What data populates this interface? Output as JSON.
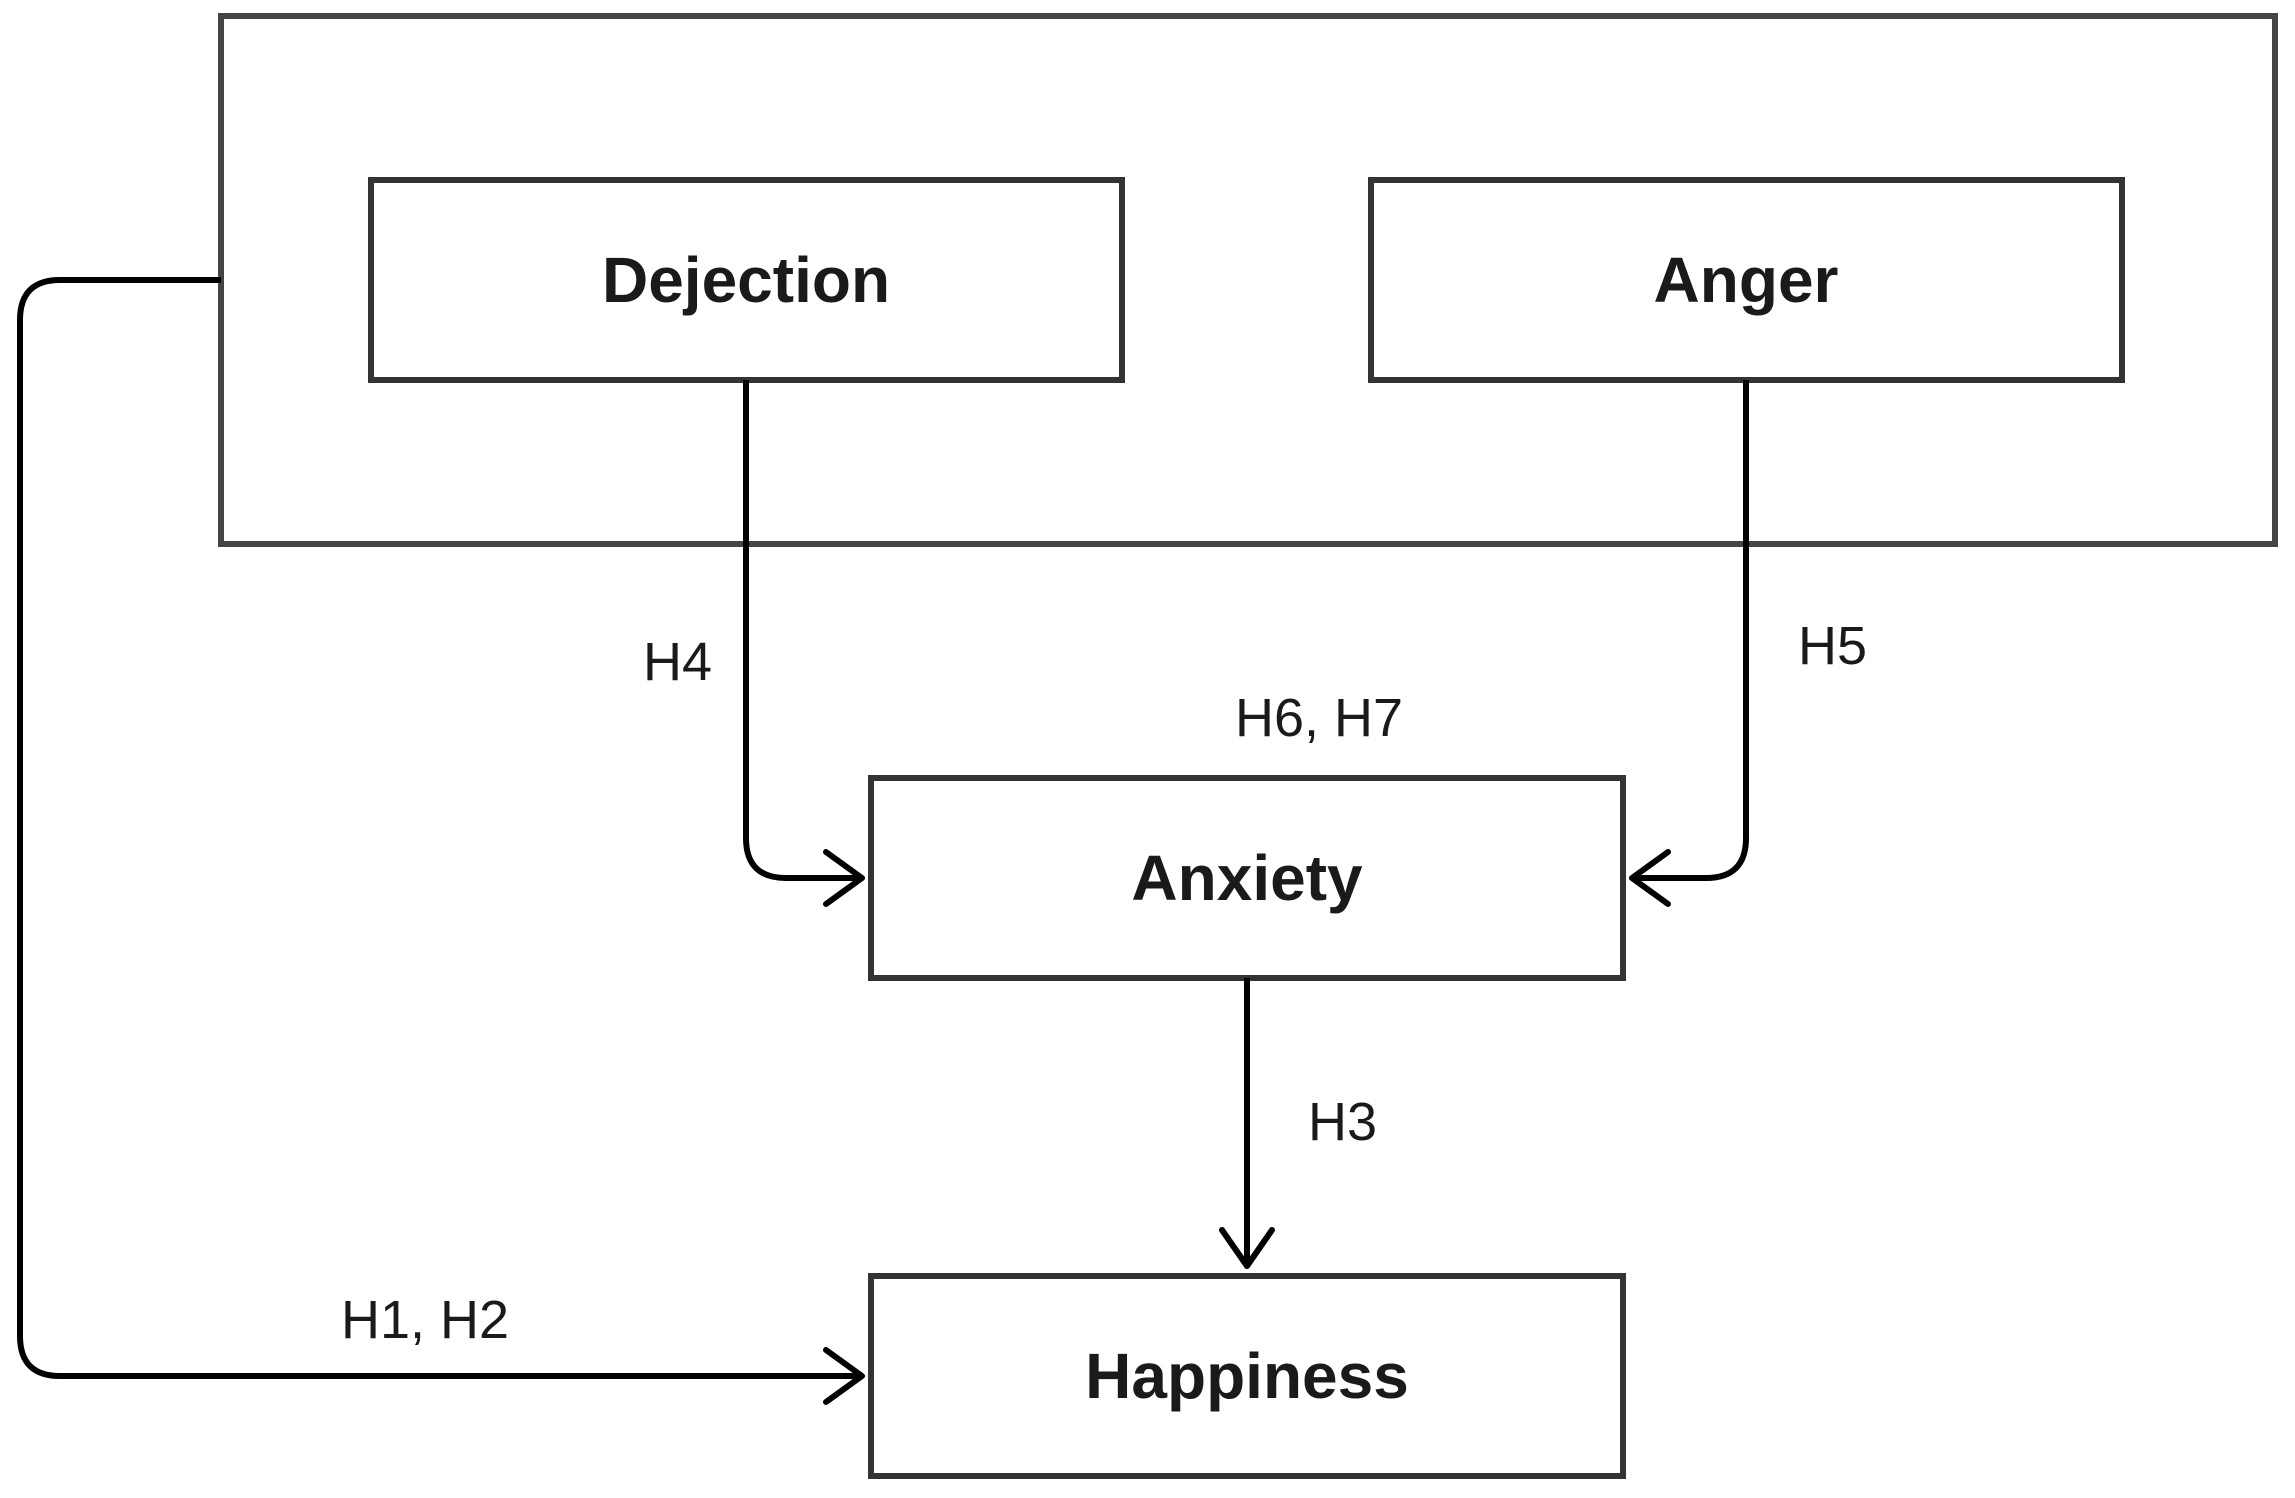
{
  "nodes": {
    "dejection": "Dejection",
    "anger": "Anger",
    "anxiety": "Anxiety",
    "happiness": "Happiness"
  },
  "edges": {
    "outer_to_happiness": "H1, H2",
    "anxiety_to_happiness": "H3",
    "dejection_to_anxiety": "H4",
    "anger_to_anxiety": "H5",
    "mediation": "H6, H7"
  }
}
